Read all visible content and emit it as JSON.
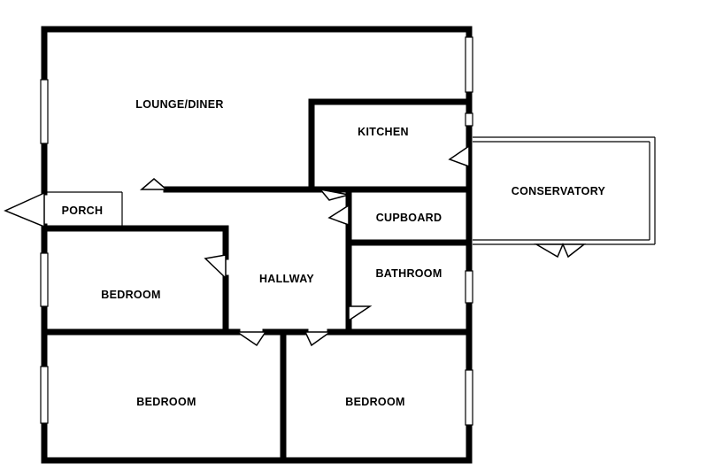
{
  "rooms": {
    "lounge": "LOUNGE/DINER",
    "kitchen": "KITCHEN",
    "conservatory": "CONSERVATORY",
    "porch": "PORCH",
    "cupboard": "CUPBOARD",
    "hallway": "HALLWAY",
    "bathroom": "BATHROOM",
    "bedroom1": "BEDROOM",
    "bedroom2": "BEDROOM",
    "bedroom3": "BEDROOM"
  }
}
